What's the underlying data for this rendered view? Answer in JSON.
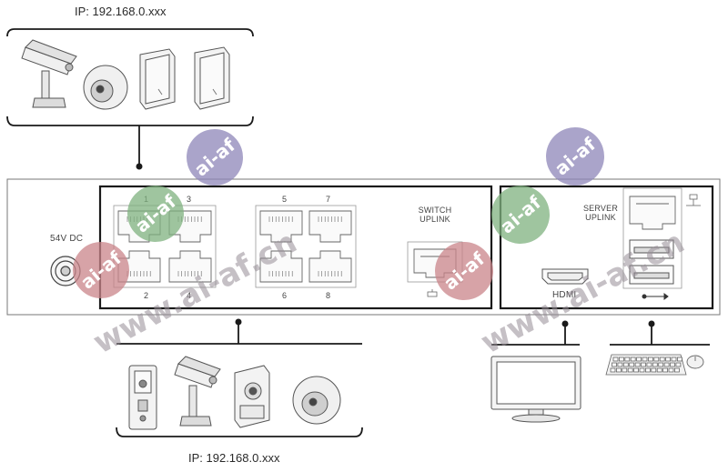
{
  "top_group": {
    "ip_label": "IP: 192.168.0.xxx"
  },
  "bottom_group": {
    "ip_label": "IP: 192.168.0.xxx"
  },
  "device": {
    "power_label": "54V DC",
    "poe_ports": {
      "top_numbers": [
        "1",
        "3",
        "5",
        "7"
      ],
      "bottom_numbers": [
        "2",
        "4",
        "6",
        "8"
      ]
    },
    "switch_uplink_label": [
      "SWITCH",
      "UPLINK"
    ],
    "server_uplink_label": [
      "SERVER",
      "UPLINK"
    ],
    "hdmi_label": "HDMI"
  },
  "watermark": {
    "site": "www.ai-af.cn",
    "badge": "ai-af"
  },
  "icons": [
    "bullet-camera-icon",
    "dome-camera-icon",
    "door-station-icon",
    "cube-camera-icon",
    "monitor-icon",
    "keyboard-icon",
    "mouse-icon",
    "usb-icon",
    "network-icon"
  ],
  "colors": {
    "line": "#1a1a1a",
    "device_outline": "#555555",
    "watermark_gray": "#9a8f9f",
    "badge_purple": "#8e86b8",
    "badge_green": "#7fb27f",
    "badge_red": "#c9848a"
  }
}
